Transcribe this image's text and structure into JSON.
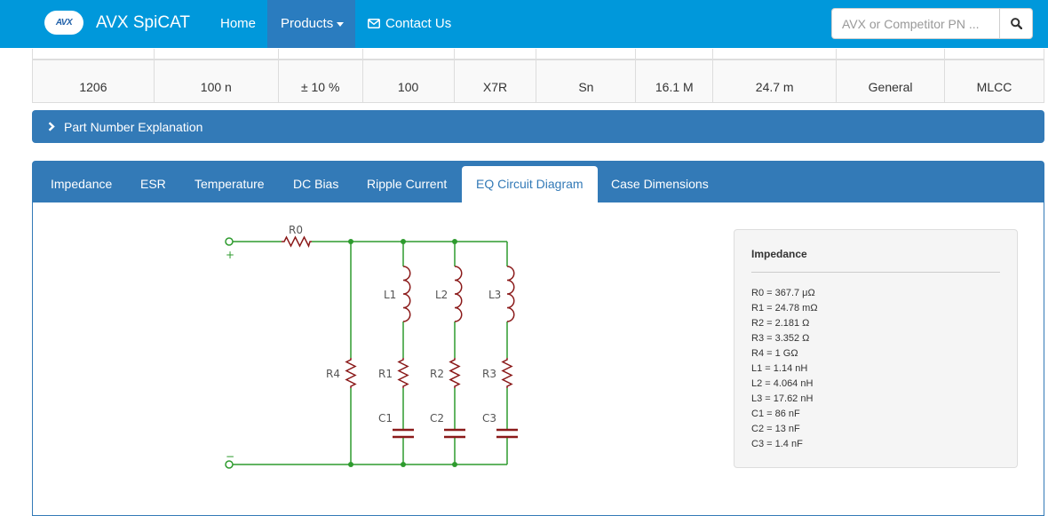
{
  "brand": {
    "logo_text": "AVX",
    "name": "AVX SpiCAT"
  },
  "nav": {
    "home": "Home",
    "products": "Products",
    "contact": "Contact Us"
  },
  "search": {
    "placeholder": "AVX or Competitor PN ...",
    "icon": "search-icon"
  },
  "spec_row": [
    "1206",
    "100 n",
    "± 10 %",
    "100",
    "X7R",
    "Sn",
    "16.1 M",
    "24.7 m",
    "General",
    "MLCC"
  ],
  "explanation": {
    "label": "Part Number Explanation",
    "icon": "chevron-right-icon"
  },
  "tabs": [
    {
      "label": "Impedance",
      "active": false
    },
    {
      "label": "ESR",
      "active": false
    },
    {
      "label": "Temperature",
      "active": false
    },
    {
      "label": "DC Bias",
      "active": false
    },
    {
      "label": "Ripple Current",
      "active": false
    },
    {
      "label": "EQ Circuit Diagram",
      "active": true
    },
    {
      "label": "Case Dimensions",
      "active": false
    }
  ],
  "circuit": {
    "labels": {
      "r0": "R0",
      "r4": "R4",
      "l1": "L1",
      "l2": "L2",
      "l3": "L3",
      "r1": "R1",
      "r2": "R2",
      "r3": "R3",
      "c1": "C1",
      "c2": "C2",
      "c3": "C3",
      "plus": "+",
      "minus": "−"
    },
    "wire_color": "#2e9b2e",
    "component_color": "#8b1a1a"
  },
  "impedance": {
    "title": "Impedance",
    "values": [
      "R0  =  367.7 μΩ",
      "R1  =  24.78 mΩ",
      "R2  =  2.181 Ω",
      "R3  =  3.352 Ω",
      "R4  =  1 GΩ",
      "L1  =  1.14 nH",
      "L2  =  4.064 nH",
      "L3  =  17.62 nH",
      "C1  =  86 nF",
      "C2  =  13 nF",
      "C3  =  1.4 nF"
    ]
  },
  "colors": {
    "navbar": "#0098db",
    "primary": "#337ab7",
    "active_nav": "#2a7cbf"
  }
}
